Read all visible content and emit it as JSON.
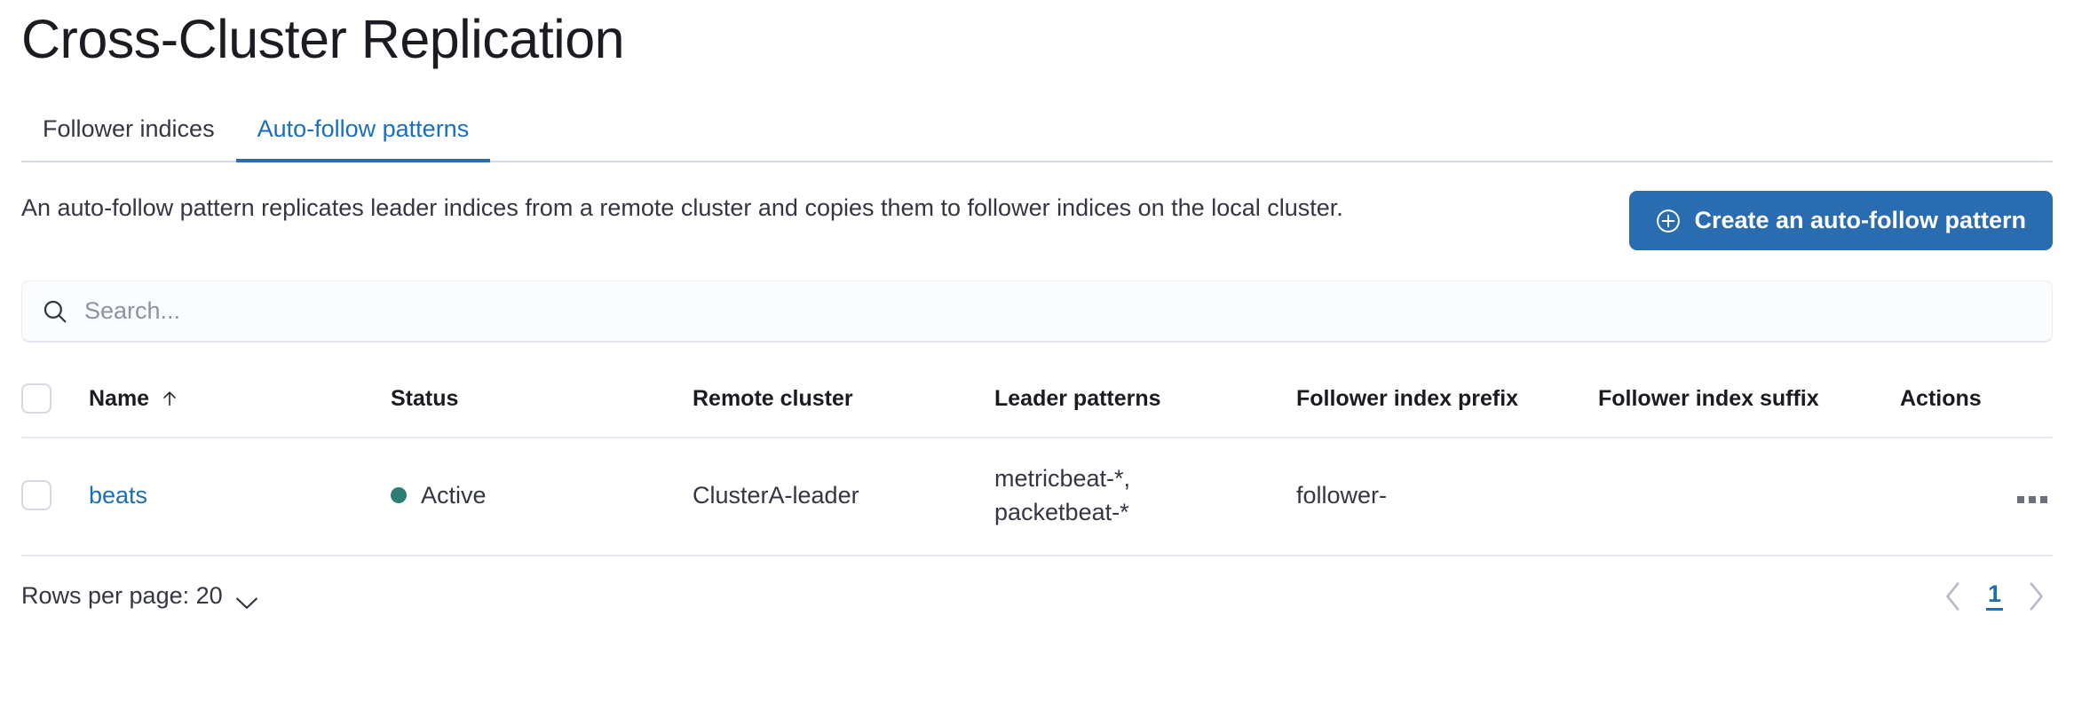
{
  "header": {
    "title": "Cross-Cluster Replication"
  },
  "tabs": [
    {
      "label": "Follower indices",
      "active": false,
      "name": "tab-follower-indices"
    },
    {
      "label": "Auto-follow patterns",
      "active": true,
      "name": "tab-auto-follow-patterns"
    }
  ],
  "description": "An auto-follow pattern replicates leader indices from a remote cluster and copies them to follower indices on the local cluster.",
  "create_button": {
    "label": "Create an auto-follow pattern",
    "icon": "plus-in-circle-icon",
    "color": "#2a6cb0"
  },
  "search": {
    "placeholder": "Search...",
    "value": "",
    "icon": "search-icon"
  },
  "table": {
    "columns": [
      {
        "label": "Name",
        "sorted": true,
        "sort_direction": "asc"
      },
      {
        "label": "Status"
      },
      {
        "label": "Remote cluster"
      },
      {
        "label": "Leader patterns"
      },
      {
        "label": "Follower index prefix"
      },
      {
        "label": "Follower index suffix"
      },
      {
        "label": "Actions"
      }
    ],
    "rows": [
      {
        "selected": false,
        "name": "beats",
        "status": "Active",
        "status_color": "#2e7d72",
        "remote_cluster": "ClusterA-leader",
        "leader_patterns": [
          "metricbeat-*,",
          "packetbeat-*"
        ],
        "follower_index_prefix": "follower-",
        "follower_index_suffix": "",
        "actions_icon": "more-horizontal-icon"
      }
    ]
  },
  "footer": {
    "rows_per_page_label": "Rows per page: 20",
    "rows_per_page_value": "20",
    "pagination": {
      "prev_icon": "chevron-left-icon",
      "next_icon": "chevron-right-icon",
      "current_page": "1"
    }
  },
  "colors": {
    "accent_link": "#1a6fba",
    "primary_button": "#2a6cb0",
    "status_active": "#2e7d72",
    "border": "#d3dae6",
    "text": "#343741"
  }
}
